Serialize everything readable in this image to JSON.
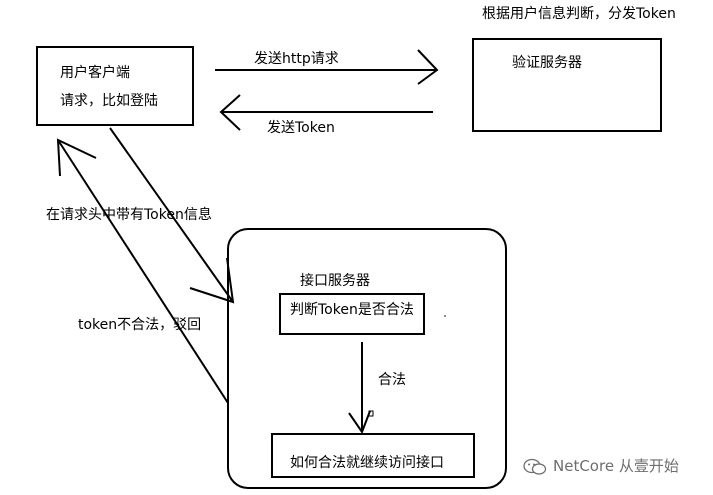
{
  "colors": {
    "stroke": "#000000",
    "watermark": "#6e6e6e"
  },
  "client": {
    "title": "用户客户端",
    "subtitle": "请求，比如登陆"
  },
  "auth_server": {
    "title": "验证服务器",
    "note": "根据用户信息判断，分发Token"
  },
  "arrows": {
    "send_http": "发送http请求",
    "send_token": "发送Token",
    "header_token": "在请求头中带有Token信息",
    "reject": "token不合法，驳回",
    "valid": "合法"
  },
  "api_server": {
    "title": "接口服务器",
    "check": "判断Token是否合法",
    "access": "如何合法就继续访问接口"
  },
  "watermark": {
    "icon": "wechat-icon",
    "text": "NetCore 从壹开始"
  }
}
